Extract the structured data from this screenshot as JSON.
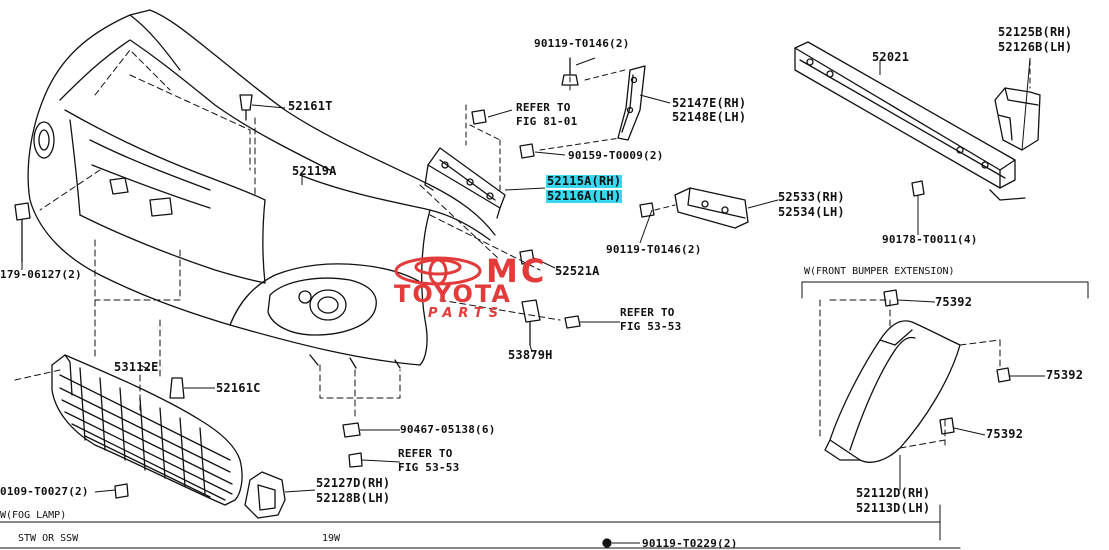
{
  "labels": {
    "l_90119_top": "90119-T0146(2)",
    "l_52161T": "52161T",
    "l_refer_81": "REFER TO",
    "l_fig_81": "FIG 81-01",
    "l_52147E": "52147E(RH)",
    "l_52148E": "52148E(LH)",
    "l_90159": "90159-T0009(2)",
    "l_52119A": "52119A",
    "l_52115A": "52115A(RH)",
    "l_52116A": "52116A(LH)",
    "l_52021": "52021",
    "l_52125B": "52125B(RH)",
    "l_52126B": "52126B(LH)",
    "l_52533": "52533(RH)",
    "l_52534": "52534(LH)",
    "l_90119_mid": "90119-T0146(2)",
    "l_90178": "90178-T0011(4)",
    "l_52521A": "52521A",
    "l_90179_left": "179-06127(2)",
    "l_refer_53a": "REFER TO",
    "l_fig_53a": "FIG 53-53",
    "l_53879H": "53879H",
    "l_53112E": "53112E",
    "l_52161C": "52161C",
    "l_90467": "90467-05138(6)",
    "l_refer_53b": "REFER TO",
    "l_fig_53b": "FIG 53-53",
    "l_52127D": "52127D(RH)",
    "l_52128B": "52128B(LH)",
    "l_90109": "0109-T0027(2)",
    "l_fog": "W(FOG LAMP)",
    "l_stw": "STW OR SSW",
    "l_19w": "19W",
    "l_90119_bottom": "90119-T0229(2)",
    "l_ext": "W(FRONT BUMPER EXTENSION)",
    "l_75392_a": "75392",
    "l_75392_b": "75392",
    "l_75392_c": "75392",
    "l_52112D": "52112D(RH)",
    "l_52113D": "52113D(LH)"
  },
  "watermark": {
    "line1": "MC",
    "line2": "TOYOTA",
    "line3": "PARTS"
  },
  "colors": {
    "highlight": "#38d8f0",
    "watermark": "#e33a3a",
    "ink": "#111111"
  }
}
